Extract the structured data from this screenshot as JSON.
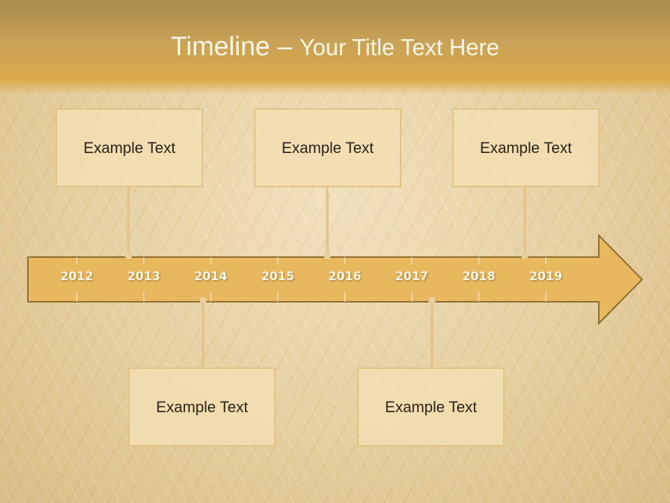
{
  "title": {
    "main": "Timeline",
    "dash": " – ",
    "sub": "Your Title Text Here"
  },
  "years": [
    "2012",
    "2013",
    "2014",
    "2015",
    "2016",
    "2017",
    "2018",
    "2019"
  ],
  "events_top": [
    {
      "label": "Example Text"
    },
    {
      "label": "Example Text"
    },
    {
      "label": "Example Text"
    }
  ],
  "events_bottom": [
    {
      "label": "Example Text"
    },
    {
      "label": "Example Text"
    }
  ],
  "colors": {
    "accent": "#e8b85e",
    "arrow_border": "#8a6a2c",
    "box_fill": "#f2deb2",
    "title_text": "#fdf6e6"
  }
}
